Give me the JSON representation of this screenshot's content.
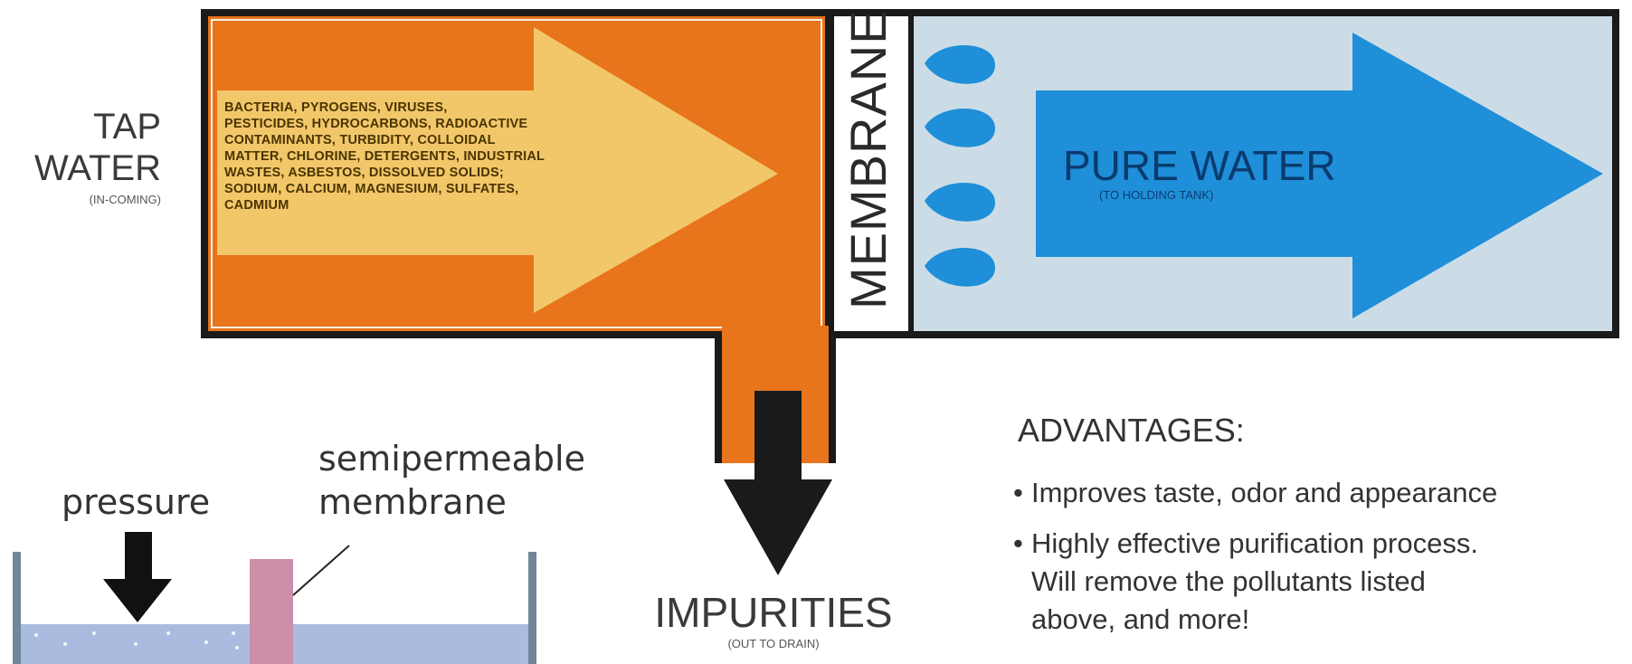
{
  "tap_water": {
    "title_line1": "TAP",
    "title_line2": "WATER",
    "subtitle": "(IN-COMING)"
  },
  "contaminants": {
    "lines": [
      "BACTERIA, PYROGENS, VIRUSES,",
      "PESTICIDES, HYDROCARBONS, RADIOACTIVE",
      "CONTAMINANTS, TURBIDITY, COLLOIDAL",
      "MATTER, CHLORINE, DETERGENTS, INDUSTRIAL",
      "WASTES, ASBESTOS, DISSOLVED SOLIDS;",
      "SODIUM, CALCIUM, MAGNESIUM, SULFATES,",
      "CADMIUM"
    ]
  },
  "membrane": {
    "label": "MEMBRANE"
  },
  "pure_water": {
    "title": "PURE WATER",
    "subtitle": "(TO HOLDING TANK)"
  },
  "impurities": {
    "title": "IMPURITIES",
    "subtitle": "(OUT TO DRAIN)"
  },
  "advantages": {
    "title": "ADVANTAGES:",
    "items": [
      {
        "line1": "Improves taste, odor and appearance",
        "line2": "",
        "line3": ""
      },
      {
        "line1": "Highly effective purification process.",
        "line2": "Will remove the pollutants listed",
        "line3": "above, and more!"
      }
    ]
  },
  "osmosis_inset": {
    "pressure_label": "pressure",
    "membrane_label_line1": "semipermeable",
    "membrane_label_line2": "membrane"
  },
  "colors": {
    "orange": "#E8741C",
    "arrow_tan": "#F2C76A",
    "pale_blue": "#CCDCE6",
    "blue": "#1E8FD8",
    "dark": "#1a1a1a",
    "tank_water": "#A9BCE0",
    "membrane_pink": "#CC8EA8"
  }
}
